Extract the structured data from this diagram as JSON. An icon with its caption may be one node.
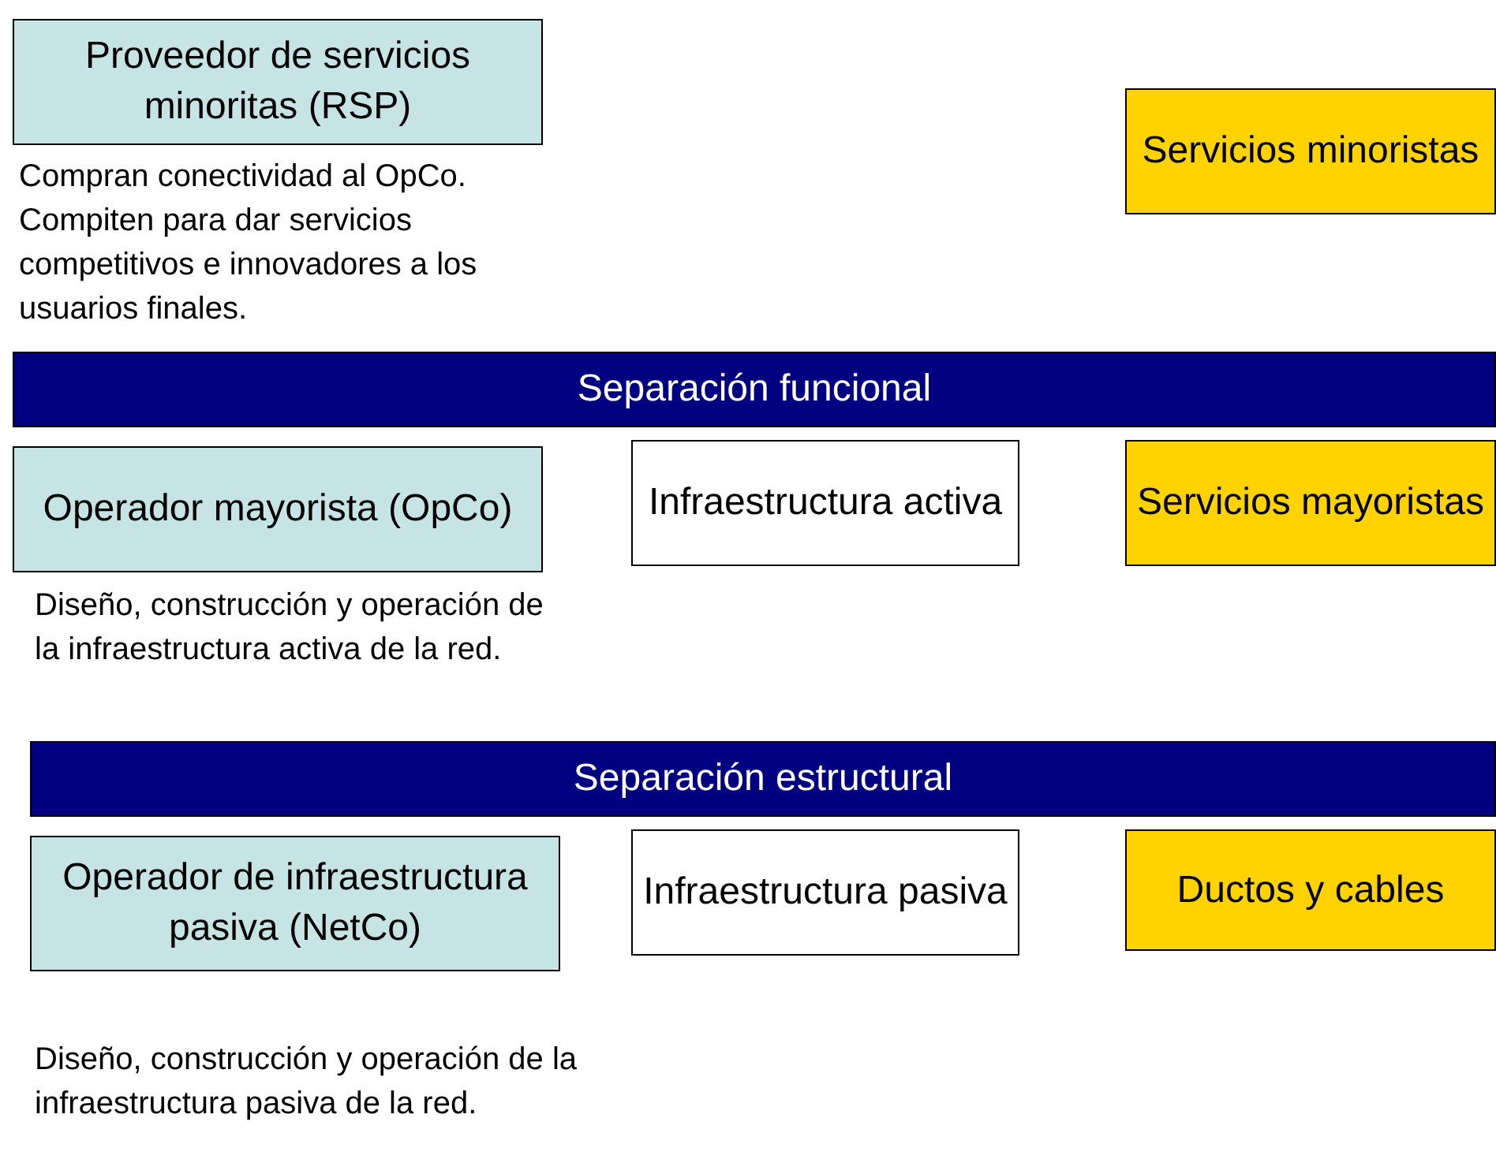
{
  "diagram": {
    "nodes": [
      {
        "text": [
          "Proveedor de servicios minoritas (RSP)"
        ],
        "beside": [
          "Compran conectividad al OpCo. Compiten para dar servicios competitivos e innovadores a los usuarios finales."
        ]
      },
      {
        "text": [
          "Servicios minoristas"
        ]
      },
      {
        "text": [
          "Separación funcional"
        ]
      },
      {
        "text": [
          "Operador mayorista (OpCo)"
        ],
        "beside": [
          "Diseño, construcción y operación de la infraestructura activa de la red."
        ]
      },
      {
        "text": [
          "Infraestructura activa"
        ]
      },
      {
        "text": [
          "Servicios mayoristas"
        ]
      },
      {
        "text": [
          "Separación estructural"
        ]
      },
      {
        "text": [
          "Operador de infraestructura pasiva (NetCo)"
        ],
        "beside": [
          "Diseño, construcción y operación de la infraestructura pasiva de la red."
        ]
      },
      {
        "text": [
          "Infraestructura pasiva"
        ]
      },
      {
        "text": [
          "Ductos y cables"
        ]
      }
    ]
  }
}
